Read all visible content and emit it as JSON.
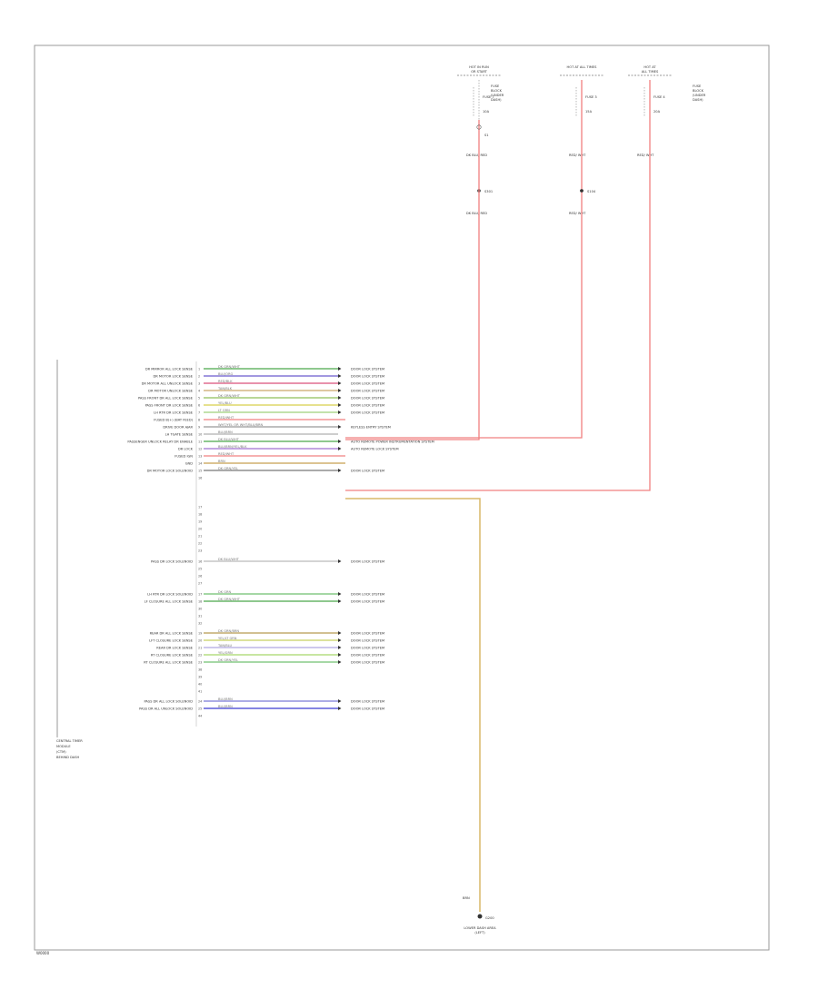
{
  "figure_id": "W0000",
  "module": {
    "label_lines": [
      "CENTRAL TIMER",
      "MODULE",
      "(CTM)",
      "BEHIND DASH"
    ]
  },
  "power_sources": [
    {
      "header_lines": [
        "HOT IN RUN",
        "OR START"
      ],
      "fuse_lines": [
        "FUSE",
        "BLOCK",
        "(UNDER",
        "DASH)"
      ],
      "fuse_name": "FUSE 7",
      "fuse_amp": "10A",
      "splice": "S1",
      "wire1": "DK BLU/ RED",
      "node": "S301",
      "wire2": "DK BLU/ RED"
    },
    {
      "header_lines": [
        "HOT AT ALL TIMES"
      ],
      "fuse_lines": [],
      "fuse_name": "FUSE 3",
      "fuse_amp": "15A",
      "splice": "",
      "wire1": "RED/ WHT",
      "node": "S104",
      "wire2": "RED/ WHT"
    },
    {
      "header_lines": [
        "HOT AT",
        "ALL TIMES"
      ],
      "fuse_lines": [
        "FUSE",
        "BLOCK",
        "(UNDER",
        "DASH)"
      ],
      "fuse_name": "FUSE 4",
      "fuse_amp": "20A",
      "splice": "",
      "wire1": "RED/ WHT",
      "node": "",
      "wire2": ""
    }
  ],
  "connector_rows": [
    {
      "pin": "1",
      "label": "DR MIRROR ALL LOCK SENSE",
      "wire": "DK GRN/WHT",
      "dest": "DOOR LOCK SYSTEM",
      "color": "#4aa84a"
    },
    {
      "pin": "2",
      "label": "DR MOTOR LOCK SENSE",
      "wire": "BLU/ORG",
      "dest": "DOOR LOCK SYSTEM",
      "color": "#6a5acd"
    },
    {
      "pin": "3",
      "label": "DR MOTOR ALL UNLOCK SENSE",
      "wire": "RED/BLK",
      "dest": "DOOR LOCK SYSTEM",
      "color": "#d9507a"
    },
    {
      "pin": "4",
      "label": "DR MOTOR UNLOCK SENSE",
      "wire": "TAN/BLK",
      "dest": "DOOR LOCK SYSTEM",
      "color": "#c9a86b"
    },
    {
      "pin": "5",
      "label": "PASS FRONT DR ALL LOCK SENSE",
      "wire": "DK GRN/WHT",
      "dest": "DOOR LOCK SYSTEM",
      "color": "#8fbf5a"
    },
    {
      "pin": "6",
      "label": "PASS FRONT DR LOCK SENSE",
      "wire": "YEL/BLU",
      "dest": "DOOR LOCK SYSTEM",
      "color": "#d8cf4a"
    },
    {
      "pin": "7",
      "label": "LH RTR DR LOCK SENSE",
      "wire": "LT GRN",
      "dest": "DOOR LOCK SYSTEM",
      "color": "#9fd07a"
    },
    {
      "pin": "8",
      "label": "FUSED B(+) (BAT FEED)",
      "wire": "RED/WHT",
      "dest": "",
      "color": "#f08080"
    },
    {
      "pin": "9",
      "label": "DRIVE DOOR AJAR",
      "wire": "WHT/YEL OR WHT/BLU/BRN",
      "dest": "KEYLESS ENTRY SYSTEM",
      "color": "#999999"
    },
    {
      "pin": "10",
      "label": "LH TGATE SENSE",
      "wire": "BLU/BRN",
      "dest": "",
      "color": "#b0b0b0"
    },
    {
      "pin": "11",
      "label": "PASSENGER UNLOCK RELAY DR ENABLE",
      "wire": "DK BLU/WHT",
      "dest": "AUTO REMOTE POWER INSTRUMENTATION SYSTEM",
      "color": "#4aa84a"
    },
    {
      "pin": "12",
      "label": "DR LOCK",
      "wire": "BLU/BRN/YEL/BLK",
      "dest": "AUTO REMOTE LOCK SYSTEM",
      "color": "#a070d0"
    },
    {
      "pin": "13",
      "label": "FUSED IGN",
      "wire": "RED/WHT",
      "dest": "",
      "color": "#f08080"
    },
    {
      "pin": "14",
      "label": "GND",
      "wire": "BRN",
      "dest": "",
      "color": "#c8a050"
    },
    {
      "pin": "15",
      "label": "DR MOTOR LOCK SOLENOID",
      "wire": "DK GRN/YEL",
      "dest": "DOOR LOCK SYSTEM",
      "color": "#777777"
    },
    {
      "pin": "16",
      "label": "PASS DR LOCK SOLENOID",
      "wire": "DK BLU/WHT",
      "dest": "DOOR LOCK SYSTEM",
      "color": "#bbbbbb"
    },
    {
      "pin": "17",
      "label": "LH RTR DR LOCK SOLENOID",
      "wire": "DK GRN",
      "dest": "DOOR LOCK SYSTEM",
      "color": "#6fbf6f"
    },
    {
      "pin": "18",
      "label": "LF CLOSURE ALL LOCK SENSE",
      "wire": "DK GRN/WHT",
      "dest": "DOOR LOCK SYSTEM",
      "color": "#4aa84a"
    },
    {
      "pin": "19",
      "label": "REAR DR ALL LOCK SENSE",
      "wire": "DK GRN/BRN",
      "dest": "DOOR LOCK SYSTEM",
      "color": "#b89a50"
    },
    {
      "pin": "20",
      "label": "LFT CLOSURE LOCK SENSE",
      "wire": "YEL/LT GRN",
      "dest": "DOOR LOCK SYSTEM",
      "color": "#c8d060"
    },
    {
      "pin": "21",
      "label": "REAR DR LOCK SENSE",
      "wire": "TAN/BLU",
      "dest": "DOOR LOCK SYSTEM",
      "color": "#b0a8e0"
    },
    {
      "pin": "22",
      "label": "RT CLOSURE LOCK SENSE",
      "wire": "YEL/GRN",
      "dest": "DOOR LOCK SYSTEM",
      "color": "#a8d86a"
    },
    {
      "pin": "23",
      "label": "RT CLOSURE ALL LOCK SENSE",
      "wire": "DK GRN/YEL",
      "dest": "DOOR LOCK SYSTEM",
      "color": "#70c070"
    },
    {
      "pin": "24",
      "label": "PASS DR ALL LOCK SOLENOID",
      "wire": "BLU/BRN",
      "dest": "DOOR LOCK SYSTEM",
      "color": "#7a7ad8"
    },
    {
      "pin": "25",
      "label": "PASS DR ALL UNLOCK SOLENOID",
      "wire": "BLU/BRN",
      "dest": "DOOR LOCK SYSTEM",
      "color": "#3a3ad0"
    }
  ],
  "ground": {
    "wire": "BRN",
    "node": "G200",
    "label_lines": [
      "LOWER DASH AREA",
      "(LEFT)"
    ]
  }
}
